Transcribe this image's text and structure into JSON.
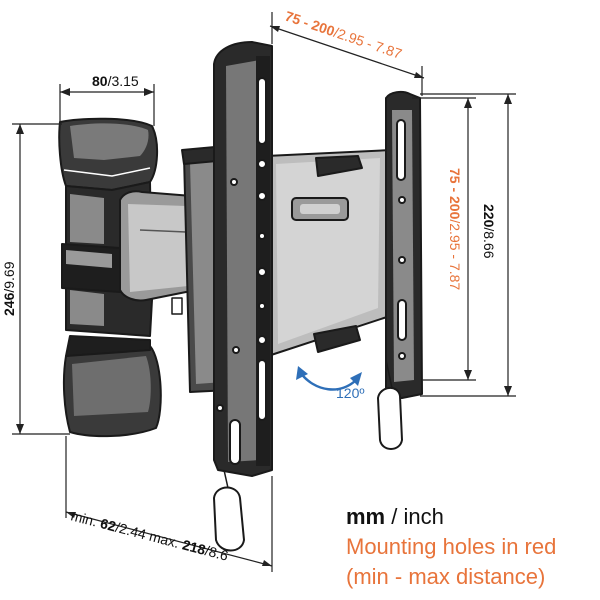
{
  "colors": {
    "accent": "#e8743b",
    "line": "#1a1a1a",
    "dim_line": "#222222",
    "rotation_arrow": "#2e6fb8",
    "dark_fill": "#3a3a3a",
    "mid_fill": "#7a7a7a",
    "light_fill": "#d9d9d9",
    "white": "#ffffff"
  },
  "dimensions": {
    "top_vesa_bold": "75 - 200",
    "top_vesa_rest": "/2.95 - 7.87",
    "right_vesa_bold": "75 - 200",
    "right_vesa_rest": "/2.95 - 7.87",
    "height_plate_bold": "220",
    "height_plate_rest": "/8.66",
    "width_arm_bold": "80",
    "width_arm_rest": "/3.15",
    "height_total_bold": "246",
    "height_total_rest": "/9.69",
    "depth_prefix": "min. ",
    "depth_min_bold": "62",
    "depth_min_rest": "/2.44 max. ",
    "depth_max_bold": "218",
    "depth_max_rest": "/8.6",
    "rotation": "120º"
  },
  "legend": {
    "units_bold": "mm",
    "units_rest": " / inch",
    "note_line1": "Mounting holes in red",
    "note_line2": "(min - max distance)"
  },
  "icons": {
    "rotation": "curved-double-arrow-icon"
  }
}
